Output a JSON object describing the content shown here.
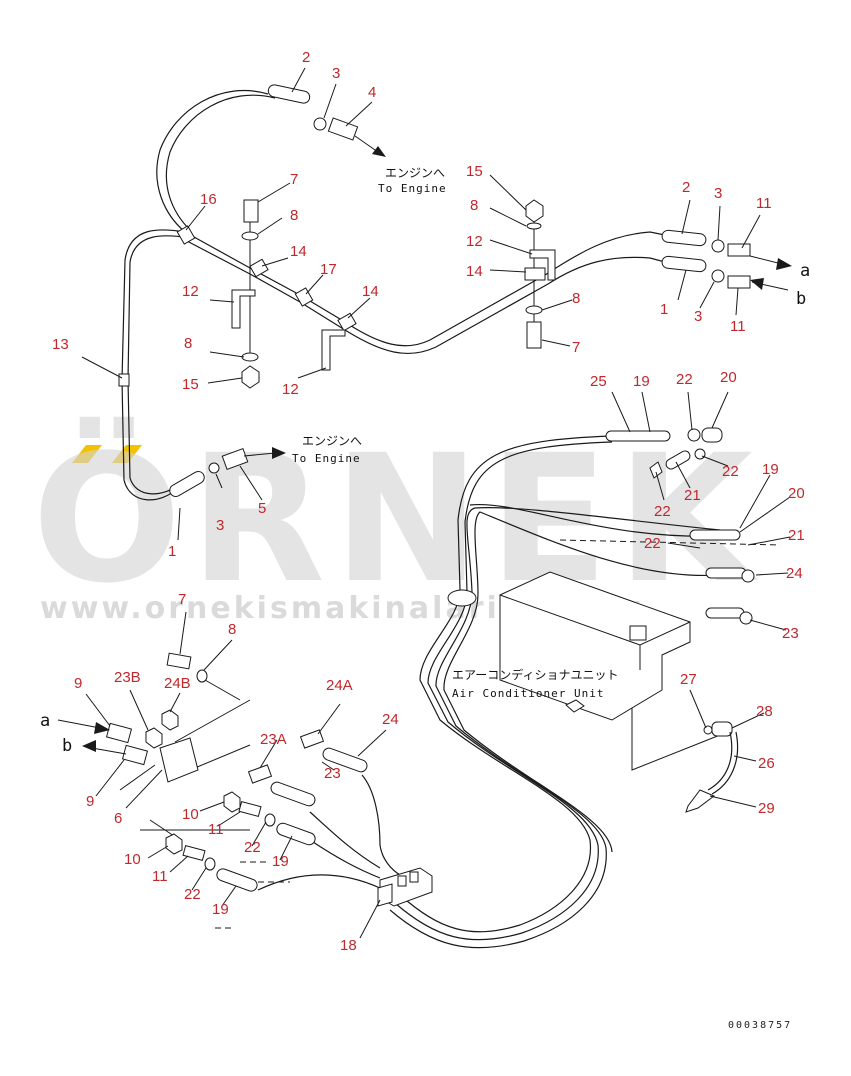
{
  "labels": {
    "to_engine_jp_1": "エンジンへ",
    "to_engine_en_1": "To Engine",
    "to_engine_jp_2": "エンジンへ",
    "to_engine_en_2": "To Engine",
    "ac_unit_jp": "エアーコンディショナユニット",
    "ac_unit_en": "Air Conditioner Unit",
    "drawing_number": "00038757",
    "arrow_a_right": "a",
    "arrow_b_right": "b",
    "arrow_a_left": "a",
    "arrow_b_left": "b"
  },
  "watermark": {
    "brand": "ÖRNEK",
    "url": "www.ornekismakinalari.com.tr",
    "accent_color": "#f2c200"
  },
  "colors": {
    "part_number": "#c0282d",
    "line": "#1a1a1a"
  },
  "callouts": [
    "2",
    "3",
    "4",
    "7",
    "8",
    "16",
    "14",
    "17",
    "12",
    "15",
    "8",
    "12",
    "14",
    "2",
    "3",
    "11",
    "1",
    "3",
    "11",
    "8",
    "7",
    "13",
    "8",
    "15",
    "12",
    "14",
    "25",
    "19",
    "22",
    "20",
    "22",
    "21",
    "22",
    "19",
    "20",
    "22",
    "21",
    "24",
    "23",
    "1",
    "3",
    "5",
    "7",
    "8",
    "9",
    "23B",
    "24B",
    "6",
    "9",
    "10",
    "11",
    "23A",
    "24A",
    "23",
    "24",
    "22",
    "19",
    "10",
    "11",
    "22",
    "19",
    "18",
    "27",
    "28",
    "26",
    "29"
  ]
}
